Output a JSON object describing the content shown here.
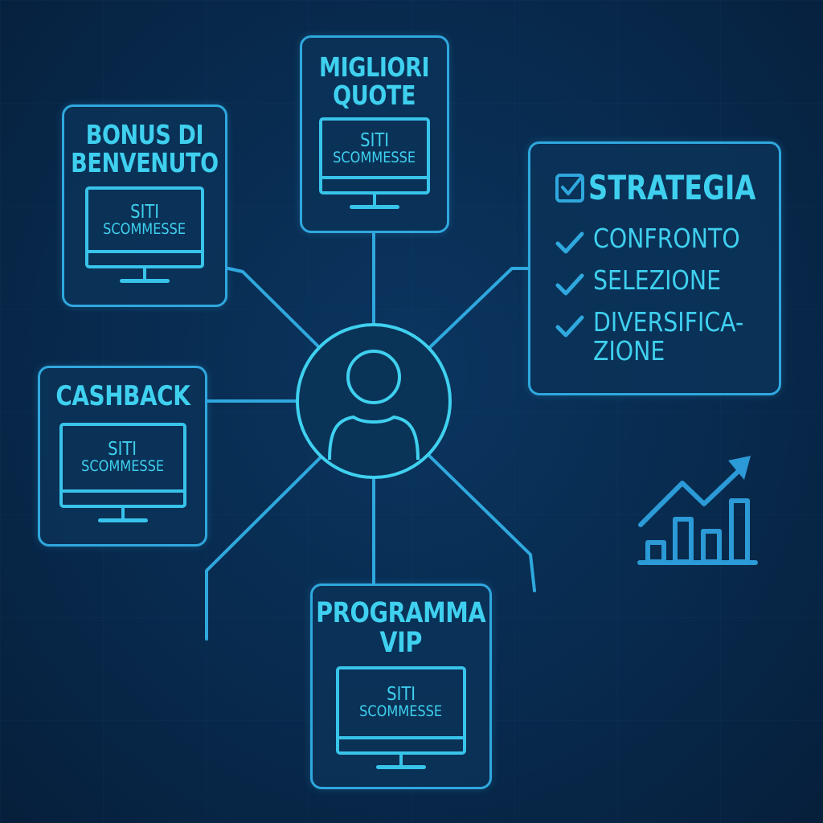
{
  "colors": {
    "background": "#082a4d",
    "accent": "#3fd0ef",
    "line": "#2fa8de"
  },
  "center": {
    "icon": "user-icon"
  },
  "cards": {
    "top": {
      "title_line1": "MIGLIORI",
      "title_line2": "QUOTE",
      "monitor_line1": "SITI",
      "monitor_line2": "SCOMMESSE",
      "icon": "monitor-icon"
    },
    "top_left": {
      "title_line1": "BONUS DI",
      "title_line2": "BENVENUTO",
      "monitor_line1": "SITI",
      "monitor_line2": "SCOMMESSE",
      "icon": "monitor-icon"
    },
    "left": {
      "title_line1": "CASHBACK",
      "monitor_line1": "SITI",
      "monitor_line2": "SCOMMESSE",
      "icon": "monitor-icon"
    },
    "bottom": {
      "title_line1": "PROGRAMMA",
      "title_line2": "VIP",
      "monitor_line1": "SITI",
      "monitor_line2": "SCOMMESSE",
      "icon": "monitor-icon"
    }
  },
  "strategy": {
    "title": "STRATEGIA",
    "title_icon": "checkbox-checked-icon",
    "items": [
      {
        "label": "CONFRONTO",
        "icon": "checkmark-icon"
      },
      {
        "label": "SELEZIONE",
        "icon": "checkmark-icon"
      },
      {
        "label": "DIVERSIFICA-",
        "label_cont": "ZIONE",
        "icon": "checkmark-icon"
      }
    ]
  },
  "growth": {
    "icon": "growth-chart-icon",
    "bars_relative": [
      1,
      2.2,
      1.6,
      3.1
    ]
  }
}
